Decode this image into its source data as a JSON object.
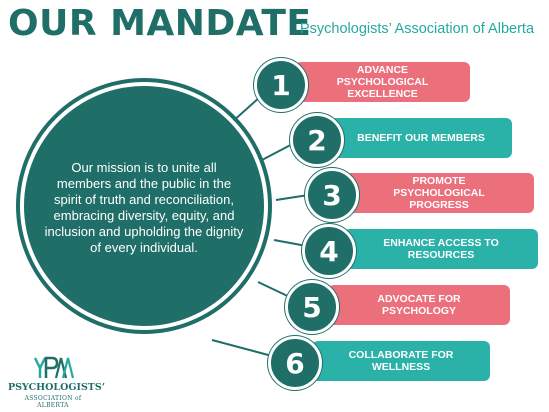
{
  "header": {
    "title": "OUR MANDATE",
    "organization": "Psychologists’ Association of Alberta"
  },
  "mission": "Our mission is to unite all members and the public in the spirit of truth and reconciliation, embracing diversity, equity, and inclusion and upholding the dignity of every individual.",
  "items": [
    {
      "number": "1",
      "label": "ADVANCE PSYCHOLOGICAL EXCELLENCE",
      "color": "#ec6f7c"
    },
    {
      "number": "2",
      "label": "BENEFIT OUR MEMBERS",
      "color": "#2ab1a8"
    },
    {
      "number": "3",
      "label": "PROMOTE PSYCHOLOGICAL PROGRESS",
      "color": "#ec6f7c"
    },
    {
      "number": "4",
      "label": "ENHANCE ACCESS TO RESOURCES",
      "color": "#2ab1a8"
    },
    {
      "number": "5",
      "label": "ADVOCATE FOR PSYCHOLOGY",
      "color": "#ec6f7c"
    },
    {
      "number": "6",
      "label": "COLLABORATE FOR WELLNESS",
      "color": "#2ab1a8"
    }
  ],
  "logo": {
    "name": "PSYCHOLOGISTS’",
    "sub": "ASSOCIATION of ALBERTA"
  },
  "colors": {
    "dark_teal": "#1f6e68",
    "teal": "#2ab1a8",
    "pink": "#ec6f7c"
  }
}
